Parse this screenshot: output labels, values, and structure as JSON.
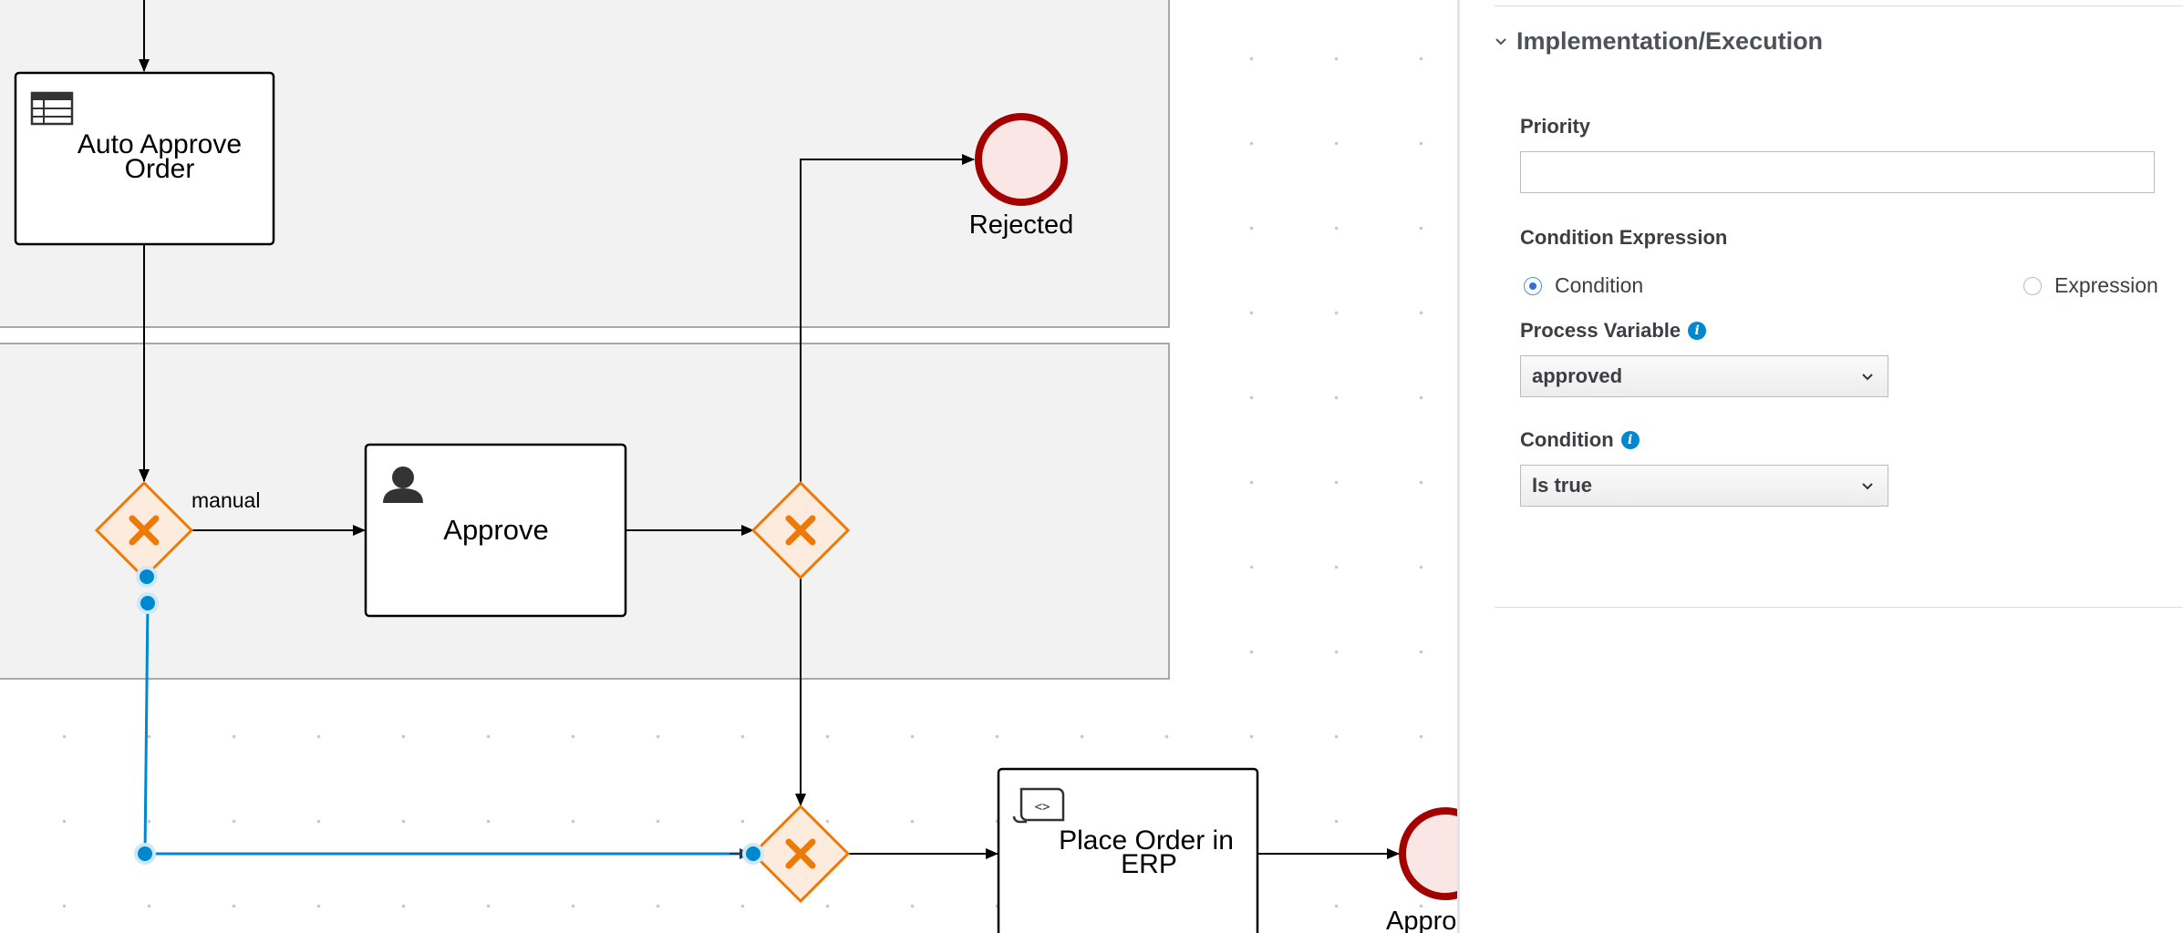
{
  "diagram": {
    "nodes": {
      "auto_approve": "Auto Approve\nOrder",
      "approve": "Approve",
      "place_order": "Place Order in\nERP",
      "rejected": "Rejected",
      "approved_partial": "Appro"
    },
    "edge_labels": {
      "manual": "manual"
    }
  },
  "panel": {
    "section_title": "Implementation/Execution",
    "priority": {
      "label": "Priority",
      "value": ""
    },
    "condition_expression": {
      "label": "Condition Expression",
      "options": [
        "Condition",
        "Expression"
      ],
      "selected": "Condition"
    },
    "process_variable": {
      "label": "Process Variable",
      "value": "approved"
    },
    "condition": {
      "label": "Condition",
      "value": "Is true"
    }
  },
  "colors": {
    "gateway": "#ec7a08",
    "end_event": "#a30000",
    "selection": "#0088ce"
  }
}
